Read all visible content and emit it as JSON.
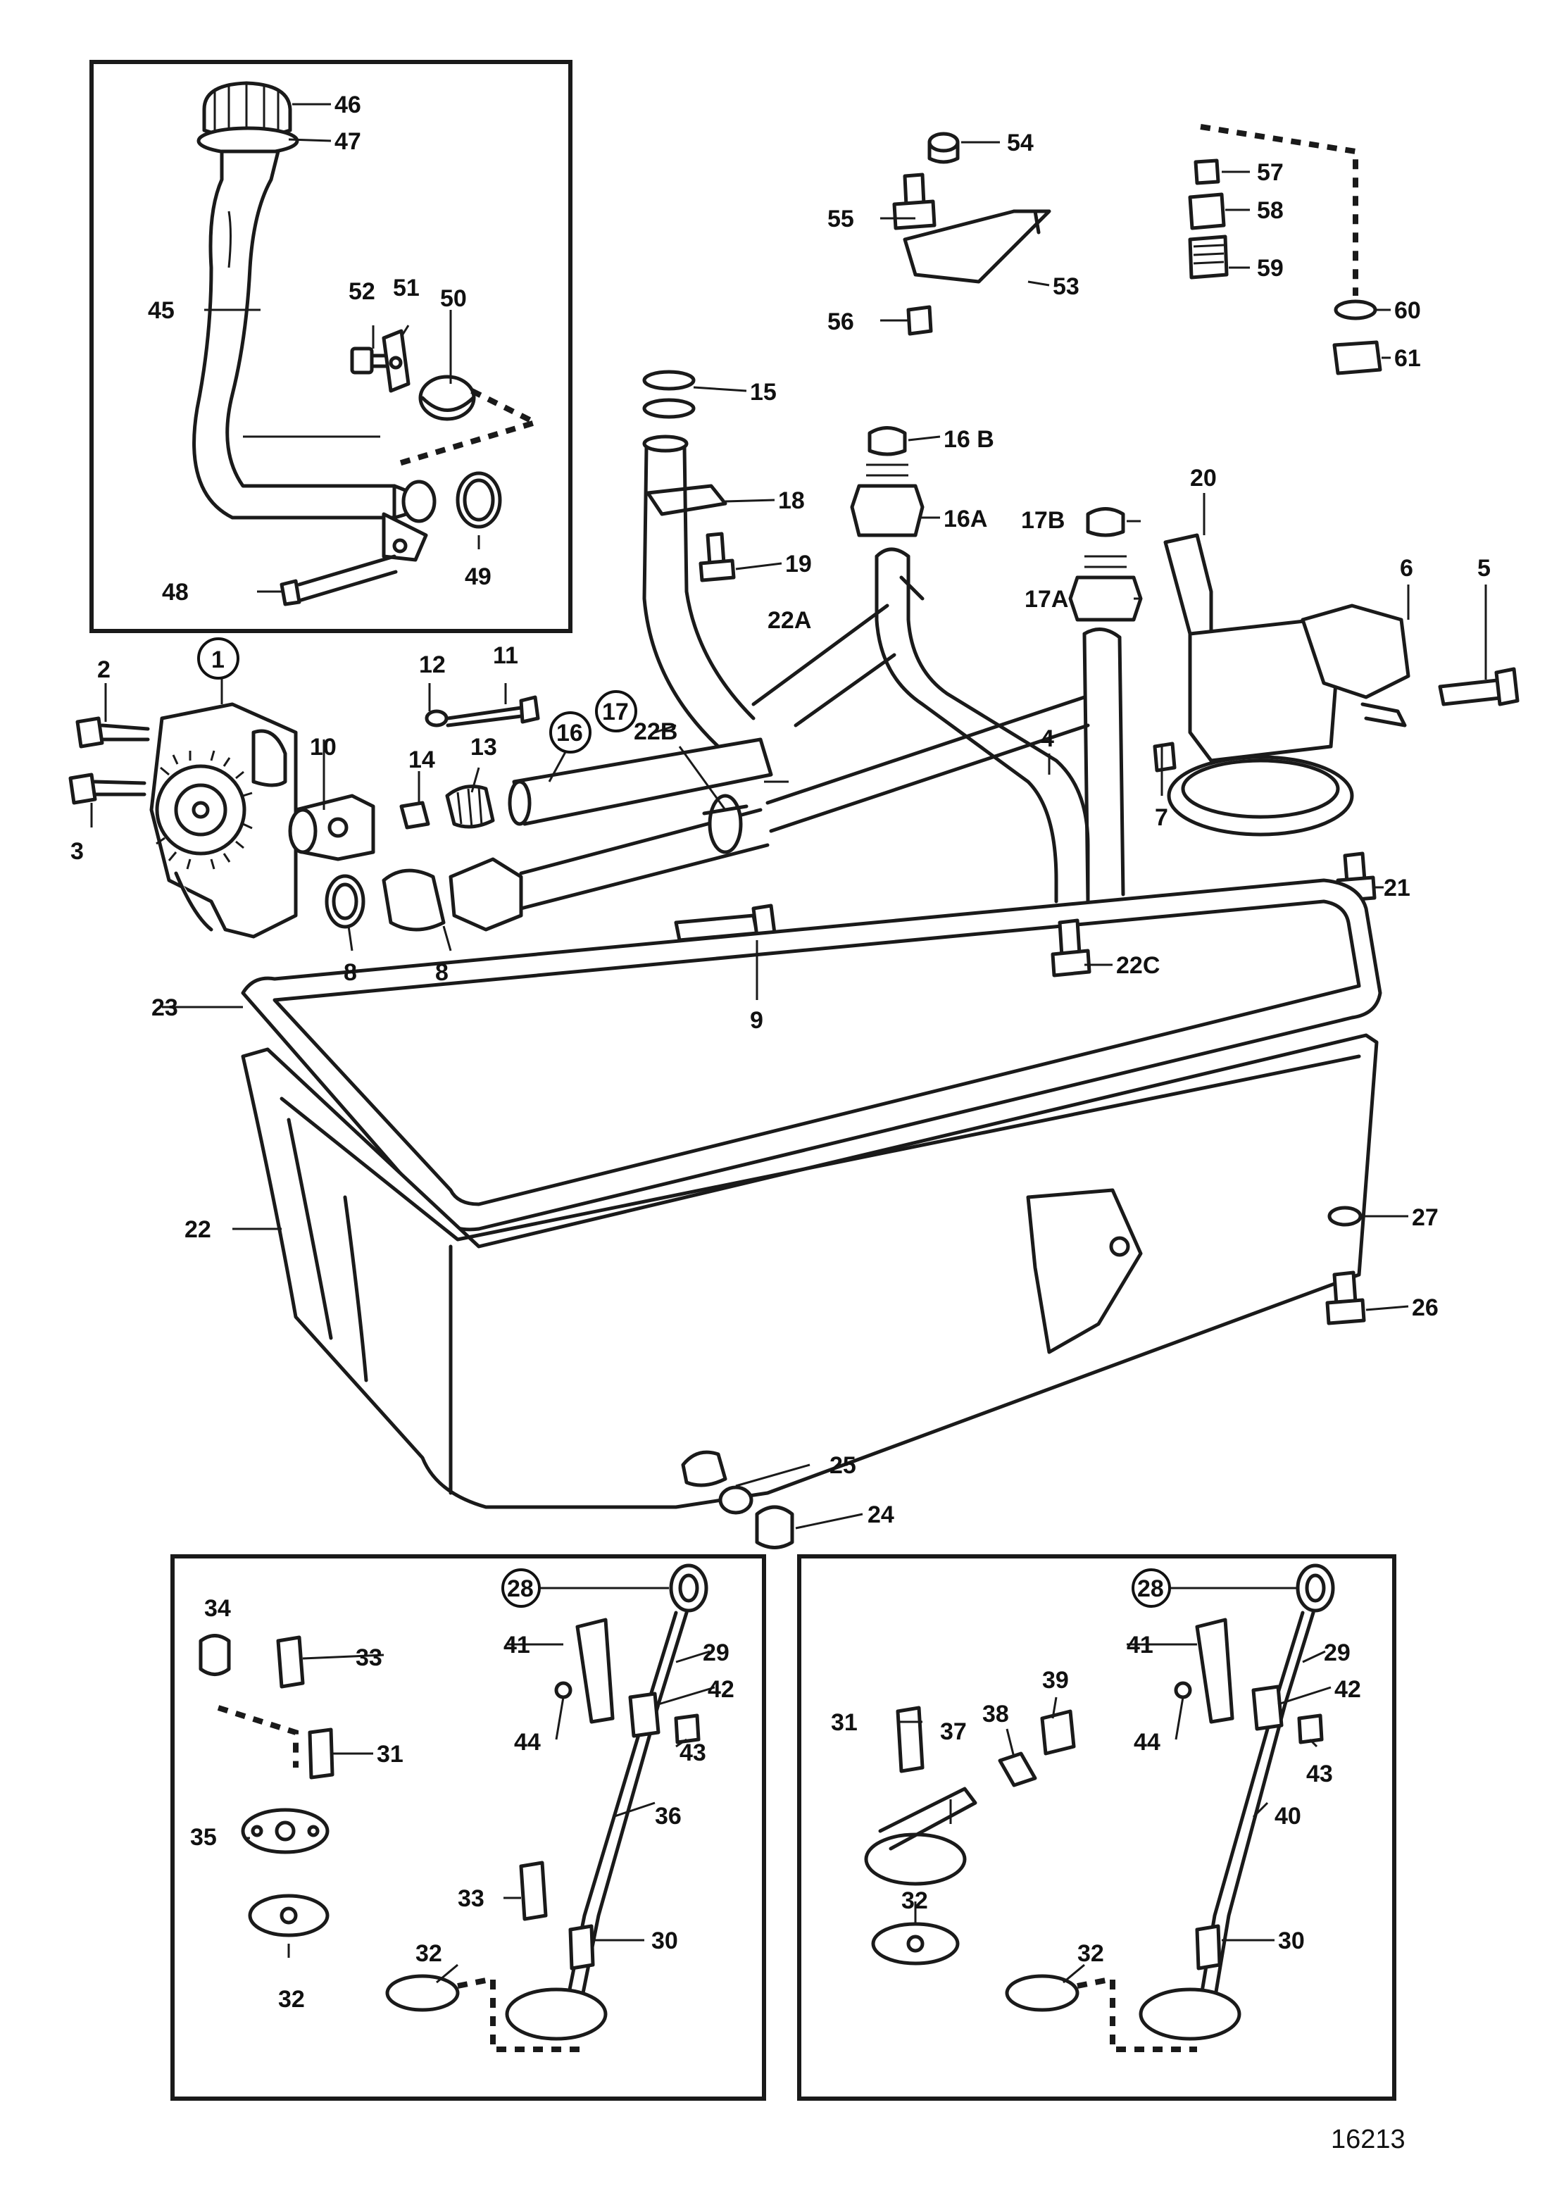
{
  "reference_number": "16213",
  "callouts": {
    "c1": "1",
    "c2": "2",
    "c3": "3",
    "c4": "4",
    "c5": "5",
    "c6": "6",
    "c7": "7",
    "c8a": "8",
    "c8b": "8",
    "c9": "9",
    "c10": "10",
    "c11": "11",
    "c12": "12",
    "c13": "13",
    "c14": "14",
    "c15": "15",
    "c16": "16",
    "c16a": "16A",
    "c16b": "16 B",
    "c17": "17",
    "c17a": "17A",
    "c17b": "17B",
    "c18": "18",
    "c19": "19",
    "c20": "20",
    "c21": "21",
    "c22": "22",
    "c22a": "22A",
    "c22b": "22B",
    "c22c": "22C",
    "c23": "23",
    "c24": "24",
    "c25": "25",
    "c26": "26",
    "c27": "27",
    "c45": "45",
    "c46": "46",
    "c47": "47",
    "c48": "48",
    "c49": "49",
    "c50": "50",
    "c51": "51",
    "c52": "52",
    "c53": "53",
    "c54": "54",
    "c55": "55",
    "c56": "56",
    "c57": "57",
    "c58": "58",
    "c59": "59",
    "c60": "60",
    "c61": "61",
    "l28": "28",
    "l29": "29",
    "l30": "30",
    "l31": "31",
    "l32a": "32",
    "l32b": "32",
    "l33a": "33",
    "l33b": "33",
    "l34": "34",
    "l35": "35",
    "l36": "36",
    "l41": "41",
    "l42": "42",
    "l43": "43",
    "l44": "44",
    "r28": "28",
    "r29": "29",
    "r30": "30",
    "r31": "31",
    "r32a": "32",
    "r32b": "32",
    "r37": "37",
    "r38": "38",
    "r39": "39",
    "r40": "40",
    "r41": "41",
    "r42": "42",
    "r43": "43",
    "r44": "44"
  }
}
